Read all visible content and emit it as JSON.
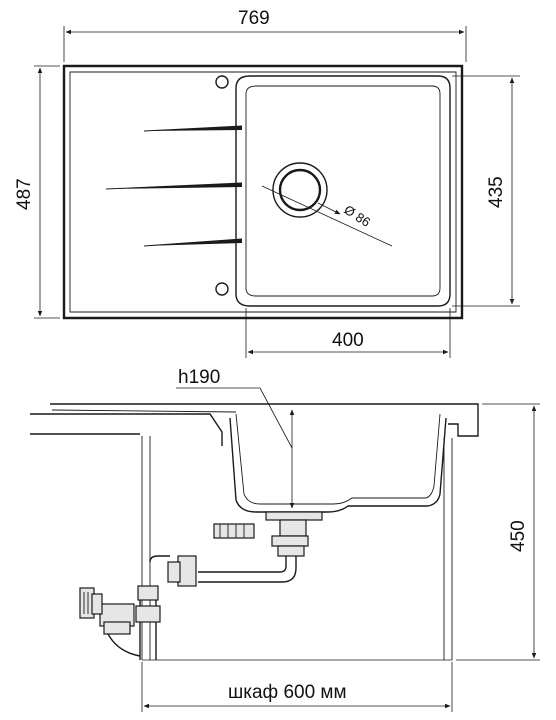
{
  "top_view": {
    "width_label": "769",
    "depth_label": "487",
    "bowl_depth_label": "435",
    "bowl_width_label": "400",
    "drain_label": "Ø 86"
  },
  "side_view": {
    "bowl_height_label": "h190",
    "total_height_label": "450",
    "cabinet_label": "шкаф 600 мм"
  }
}
